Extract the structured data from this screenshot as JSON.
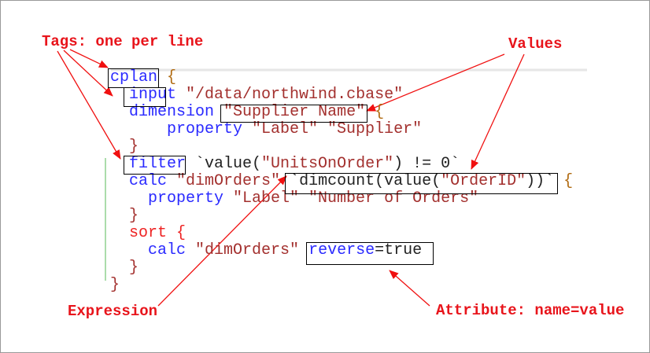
{
  "annotations": {
    "tags": "Tags: one per line",
    "values": "Values",
    "expression": "Expression",
    "attribute": "Attribute: name=value"
  },
  "code": [
    {
      "indent": "",
      "parts": [
        {
          "t": "cplan",
          "c": "kw"
        },
        {
          "t": " {",
          "c": "brace"
        }
      ]
    },
    {
      "indent": "  ",
      "parts": [
        {
          "t": "input",
          "c": "kw"
        },
        {
          "t": " \"/data/northwind.cbase\"",
          "c": "str"
        }
      ]
    },
    {
      "indent": "  ",
      "parts": [
        {
          "t": "dimension",
          "c": "kw"
        },
        {
          "t": " \"Supplier Name\"",
          "c": "str"
        },
        {
          "t": " {",
          "c": "brace"
        }
      ]
    },
    {
      "indent": "      ",
      "parts": [
        {
          "t": "property",
          "c": "kw"
        },
        {
          "t": " \"Label\" \"Supplier\"",
          "c": "str"
        }
      ]
    },
    {
      "indent": "  ",
      "parts": [
        {
          "t": "}",
          "c": "str"
        }
      ]
    },
    {
      "indent": "  ",
      "parts": [
        {
          "t": "filter",
          "c": "kw"
        },
        {
          "t": " `value(",
          "c": "plain"
        },
        {
          "t": "\"UnitsOnOrder\"",
          "c": "str"
        },
        {
          "t": ") != 0`",
          "c": "plain"
        }
      ]
    },
    {
      "indent": "  ",
      "parts": [
        {
          "t": "calc",
          "c": "kw"
        },
        {
          "t": " \"dimOrders\"",
          "c": "str"
        },
        {
          "t": " `dimcount(value(",
          "c": "plain"
        },
        {
          "t": "\"OrderID\"",
          "c": "str"
        },
        {
          "t": "))`",
          "c": "plain"
        },
        {
          "t": " {",
          "c": "brace"
        }
      ]
    },
    {
      "indent": "    ",
      "parts": [
        {
          "t": "property",
          "c": "kw"
        },
        {
          "t": " \"Label\" \"Number of Orders\"",
          "c": "str"
        }
      ]
    },
    {
      "indent": "  ",
      "parts": [
        {
          "t": "}",
          "c": "str"
        }
      ]
    },
    {
      "indent": "  ",
      "parts": [
        {
          "t": "sort {",
          "c": "red"
        }
      ]
    },
    {
      "indent": "    ",
      "parts": [
        {
          "t": "calc",
          "c": "kw"
        },
        {
          "t": " \"dimOrders\"",
          "c": "str"
        },
        {
          "t": " ",
          "c": "plain"
        },
        {
          "t": "reverse",
          "c": "kw"
        },
        {
          "t": "=true",
          "c": "plain"
        }
      ]
    },
    {
      "indent": "  ",
      "parts": [
        {
          "t": "}",
          "c": "str"
        }
      ]
    },
    {
      "indent": "",
      "parts": [
        {
          "t": "}",
          "c": "str"
        }
      ]
    }
  ]
}
